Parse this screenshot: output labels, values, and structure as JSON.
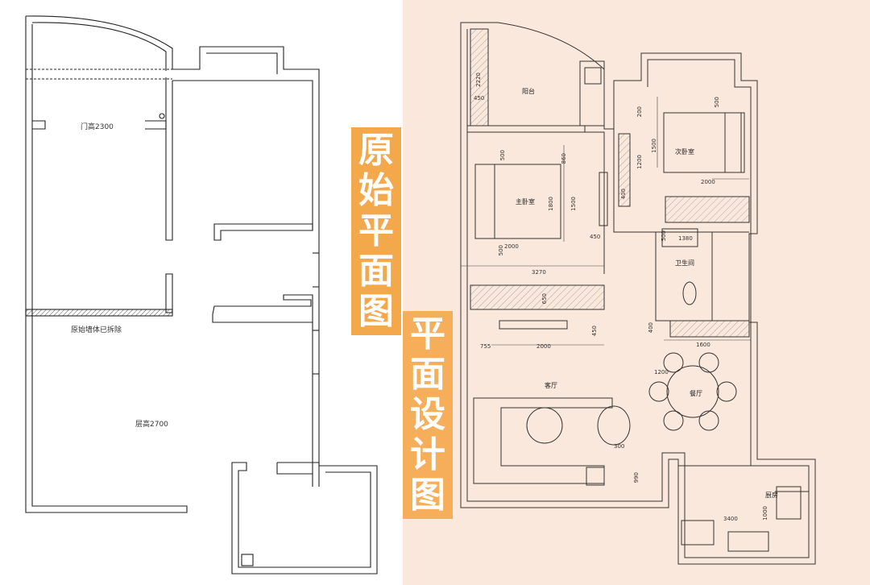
{
  "badges": {
    "original": [
      "原",
      "始",
      "平",
      "面",
      "图"
    ],
    "design": [
      "平",
      "面",
      "设",
      "计",
      "图"
    ]
  },
  "original_plan": {
    "door_height": "门高2300",
    "demolished_wall": "原始墙体已拆除",
    "floor_height": "层高2700"
  },
  "design_plan": {
    "rooms": {
      "balcony": "阳台",
      "second_bedroom": "次卧室",
      "master_bedroom": "主卧室",
      "bathroom": "卫生间",
      "living_room": "客厅",
      "dining": "餐厅",
      "kitchen": "厨房"
    },
    "dimensions": {
      "d_2220": "2220",
      "d_450a": "450",
      "d_200": "200",
      "d_500a": "500",
      "d_1500a": "1500",
      "d_1200": "1200",
      "d_2000a": "2000",
      "d_500b": "500",
      "d_860": "860",
      "d_1800": "1800",
      "d_1500b": "1500",
      "d_400a": "400",
      "d_450b": "450",
      "d_2000b": "2000",
      "d_500c": "500",
      "d_500d": "500",
      "d_1380": "1380",
      "d_3270": "3270",
      "d_650": "650",
      "d_450c": "450",
      "d_755": "755",
      "d_2000c": "2000",
      "d_400b": "400",
      "d_1600": "1600",
      "d_1200b": "1200",
      "d_300": "300",
      "d_990": "990",
      "d_1000": "1000",
      "d_3400": "3400"
    }
  }
}
